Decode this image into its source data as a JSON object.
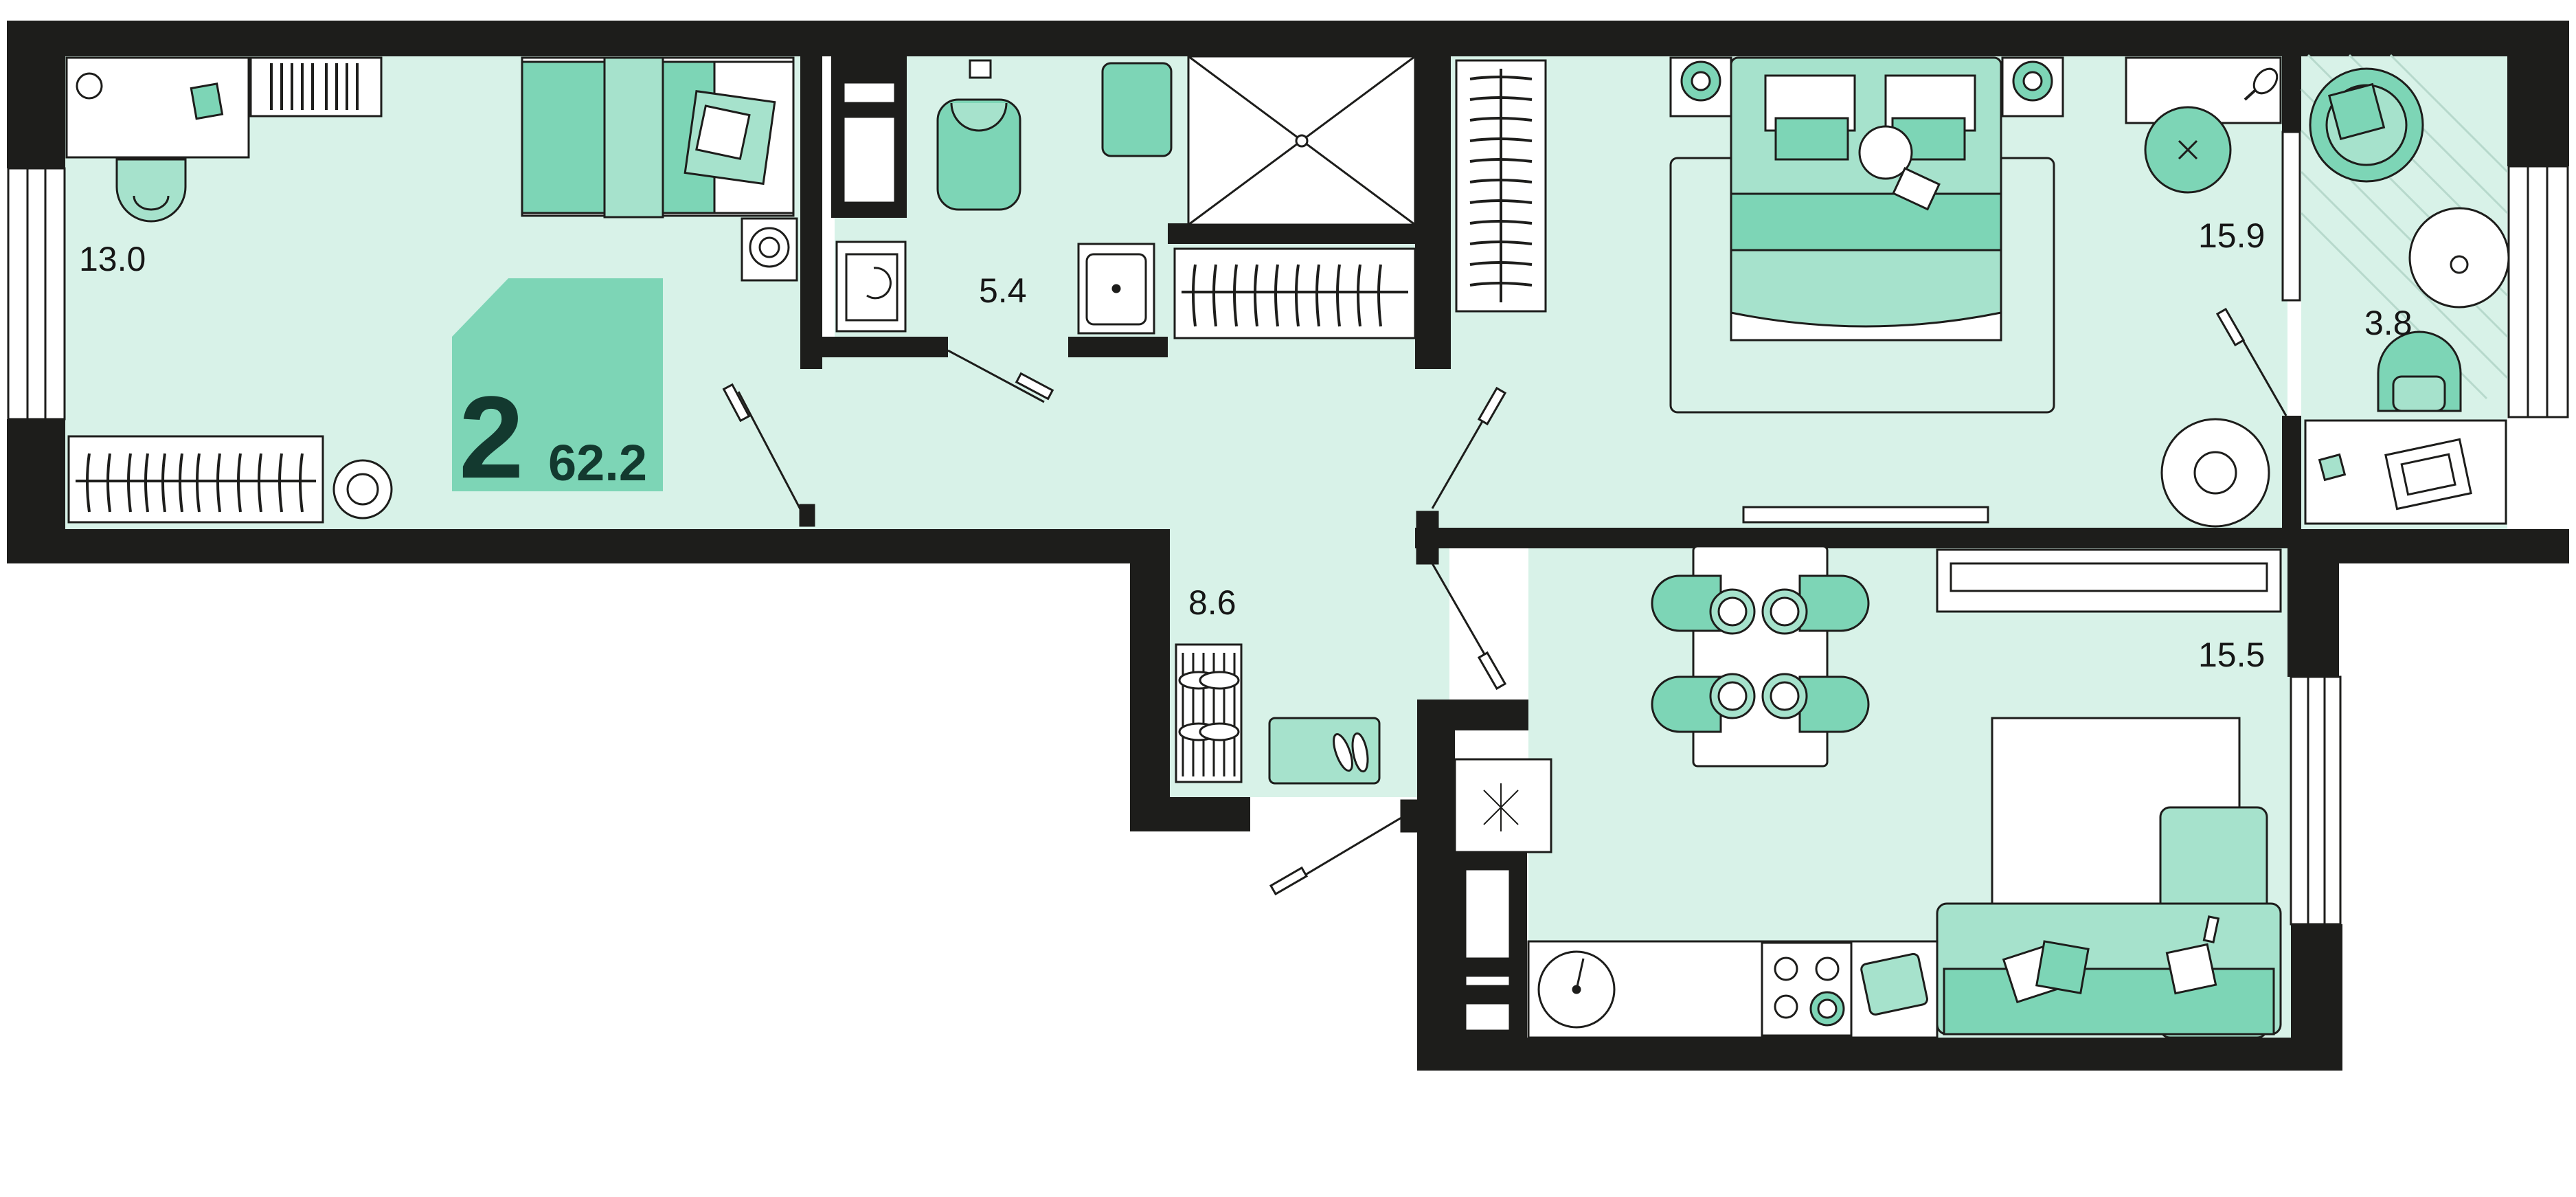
{
  "plan": {
    "rooms_count": "2",
    "total_area": "62.2",
    "rooms": [
      {
        "id": "bedroom-left",
        "area": "13.0"
      },
      {
        "id": "bathroom",
        "area": "5.4"
      },
      {
        "id": "bedroom-right",
        "area": "15.9"
      },
      {
        "id": "balcony",
        "area": "3.8"
      },
      {
        "id": "hallway",
        "area": "8.6"
      },
      {
        "id": "kitchen-living",
        "area": "15.5"
      }
    ]
  },
  "colors": {
    "wall": "#1d1d1b",
    "floor": "#d8f2e8",
    "accent": "#7dd5b6",
    "accent_light": "#a6e2cc",
    "badge_text": "#13392f",
    "line": "#1d1d1b",
    "furniture_fill": "#ffffff"
  }
}
